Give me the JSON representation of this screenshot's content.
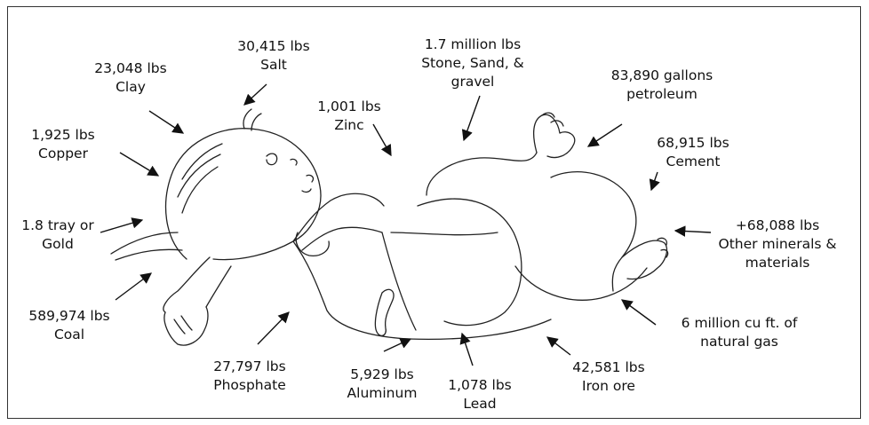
{
  "labels": {
    "clay": {
      "amount": "23,048 lbs",
      "name": "Clay"
    },
    "salt": {
      "amount": "30,415 lbs",
      "name": "Salt"
    },
    "copper": {
      "amount": "1,925 lbs",
      "name": "Copper"
    },
    "zinc": {
      "amount": "1,001 lbs",
      "name": "Zinc"
    },
    "stone": {
      "amount": "1.7 million lbs",
      "name": "Stone, Sand, &",
      "name2": "gravel"
    },
    "petroleum": {
      "amount": "83,890 gallons",
      "name": "petroleum"
    },
    "cement": {
      "amount": "68,915 lbs",
      "name": "Cement"
    },
    "gold": {
      "amount": "1.8 tray or",
      "name": "Gold"
    },
    "other": {
      "amount": "+68,088 lbs",
      "name": "Other minerals &",
      "name2": "materials"
    },
    "coal": {
      "amount": "589,974 lbs",
      "name": "Coal"
    },
    "gas": {
      "amount": "6 million cu ft. of",
      "name": "natural gas"
    },
    "phosphate": {
      "amount": "27,797 lbs",
      "name": "Phosphate"
    },
    "aluminum": {
      "amount": "5,929 lbs",
      "name": "Aluminum"
    },
    "lead": {
      "amount": "1,078 lbs",
      "name": "Lead"
    },
    "iron": {
      "amount": "42,581 lbs",
      "name": "Iron ore"
    }
  }
}
